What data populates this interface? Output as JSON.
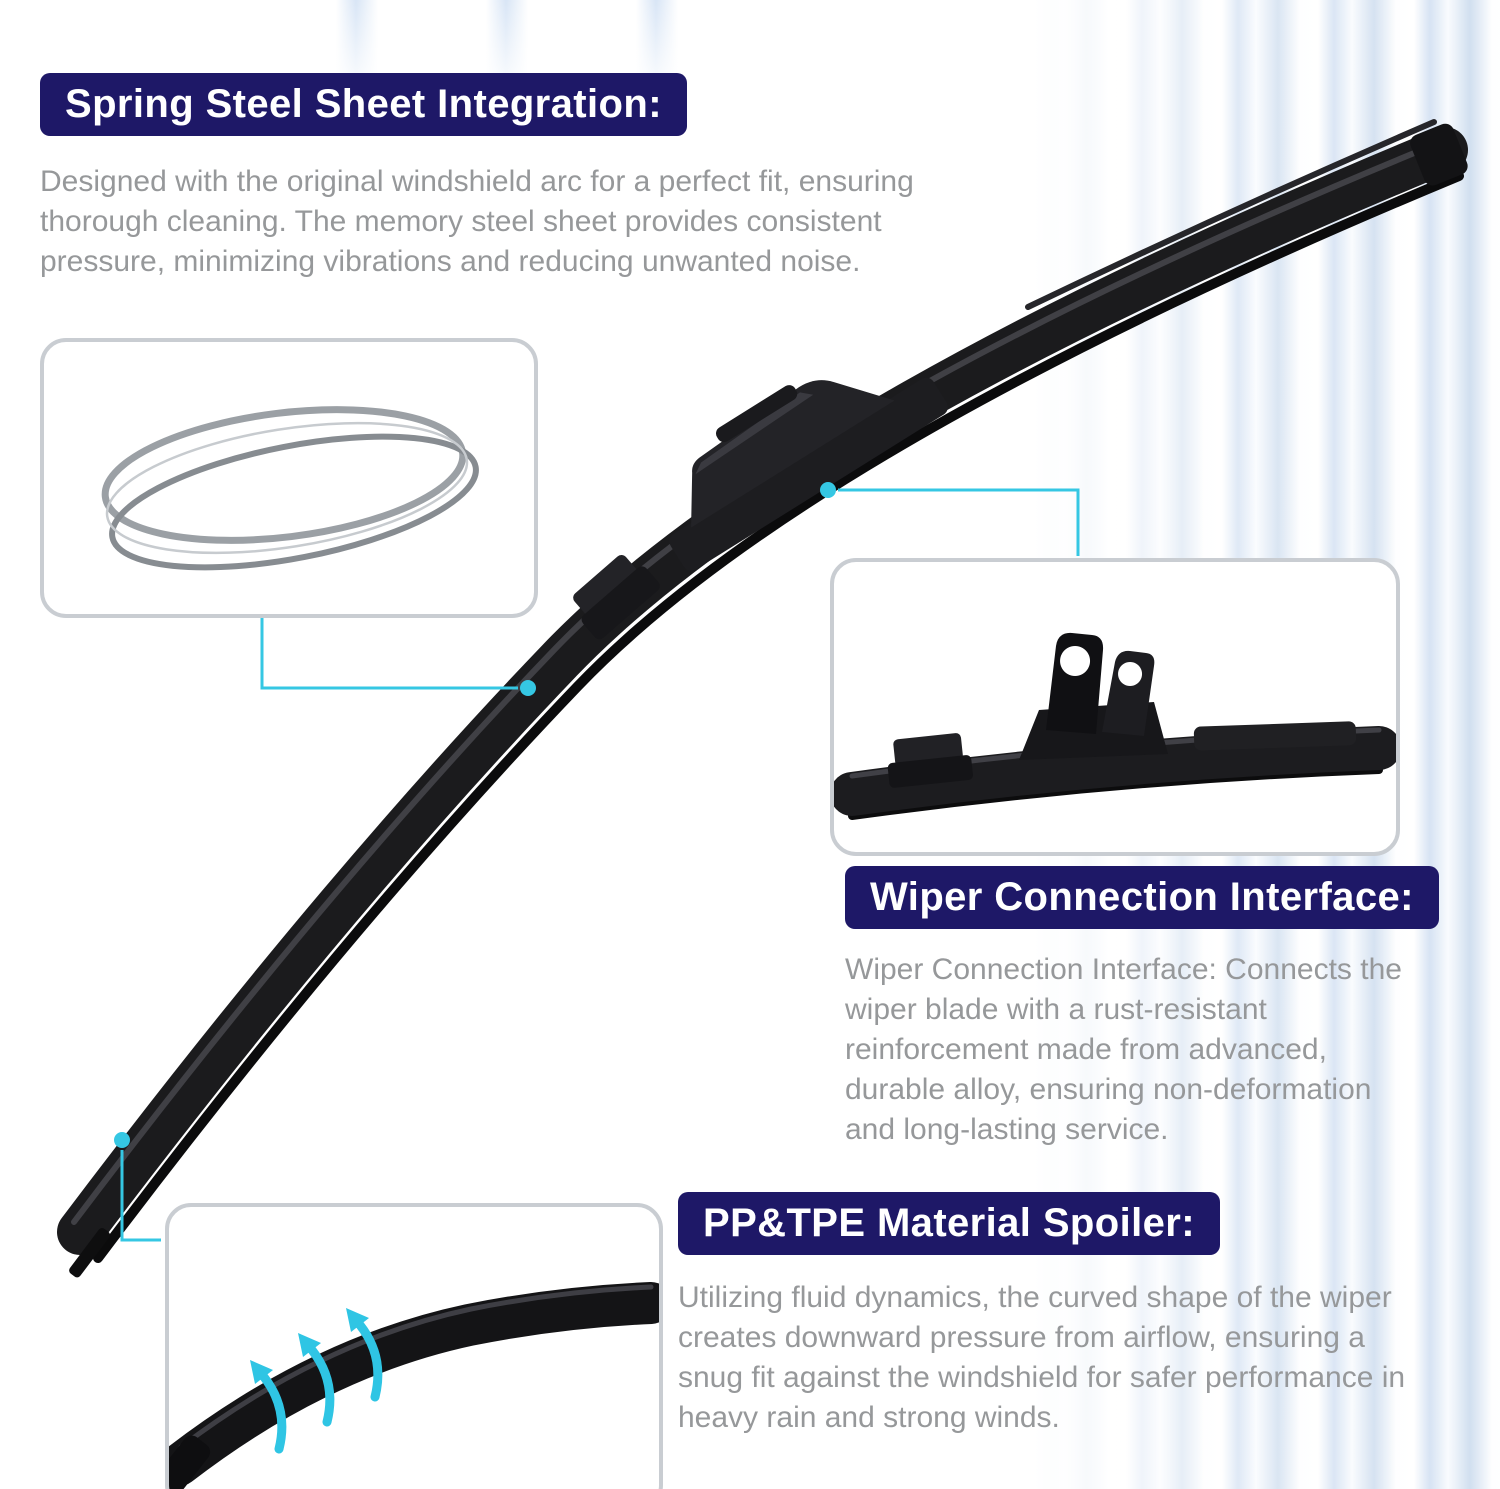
{
  "page": {
    "kind": "wiper-blade-product-infographic"
  },
  "colors": {
    "navy": "#1e1867",
    "cyan": "#35c7e3",
    "body_text": "#96989a",
    "blade_black": "#1b1b1d",
    "inset_border": "#c9cdd2",
    "streak_blue": "#b8d0ee"
  },
  "sections": {
    "spring_steel": {
      "title": "Spring Steel Sheet Integration:",
      "body": "Designed with the original windshield arc for a perfect fit, ensuring thorough cleaning. The memory steel sheet provides consistent pressure, minimizing vibrations and reducing unwanted noise."
    },
    "connection_interface": {
      "title": "Wiper Connection Interface:",
      "body": "Wiper Connection Interface: Connects the wiper blade with a rust-resistant reinforcement made from advanced, durable alloy, ensuring non-deformation and long-lasting service."
    },
    "material_spoiler": {
      "title": "PP&TPE Material Spoiler:",
      "body": "Utilizing fluid dynamics, the curved shape of the wiper creates downward pressure from airflow, ensuring a snug fit against the windshield for safer performance in heavy rain and strong winds."
    }
  }
}
